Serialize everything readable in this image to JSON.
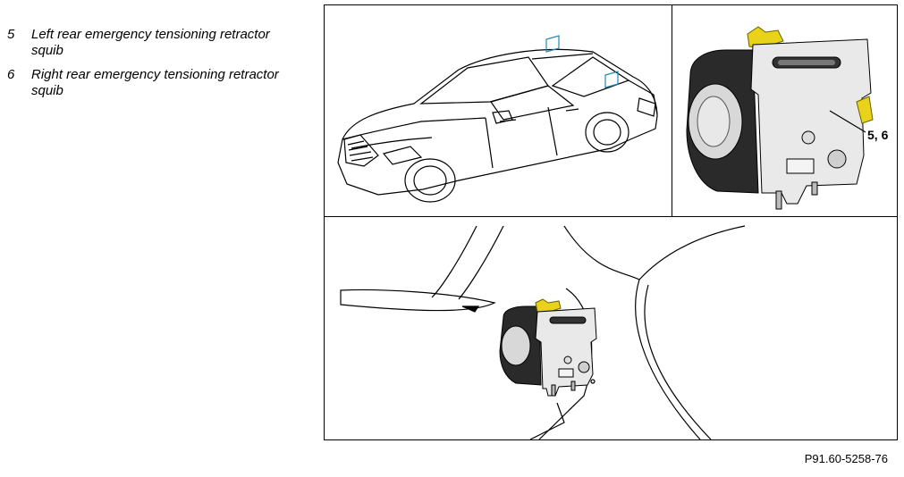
{
  "legend": {
    "items": [
      {
        "number": "5",
        "text": "Left rear emergency tensioning retractor squib"
      },
      {
        "number": "6",
        "text": "Right rear emergency tensioning retractor squib"
      }
    ]
  },
  "figure": {
    "callout": "5, 6",
    "figure_id": "P91.60-5258-76"
  },
  "colors": {
    "squib_connector": "#e8d21a",
    "marker_outline": "#1e8ab0"
  }
}
